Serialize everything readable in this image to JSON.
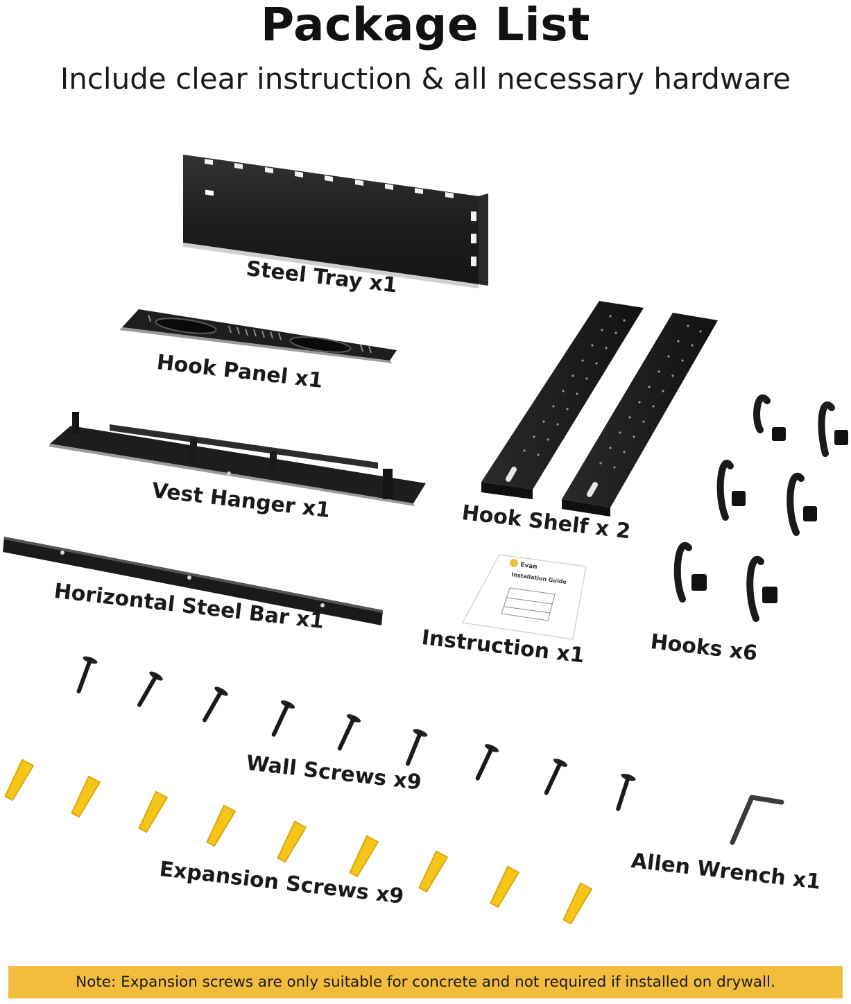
{
  "header": {
    "title": "Package List",
    "subtitle": "Include clear instruction & all necessary hardware"
  },
  "items": {
    "steel_tray": "Steel Tray x1",
    "hook_panel": "Hook Panel x1",
    "vest_hanger": "Vest Hanger x1",
    "hook_shelf": "Hook Shelf x 2",
    "horizontal_bar": "Horizontal Steel Bar x1",
    "instruction": "Instruction x1",
    "hooks": "Hooks x6",
    "wall_screws": "Wall Screws x9",
    "expansion_screws": "Expansion Screws x9",
    "allen_wrench": "Allen Wrench x1"
  },
  "guide": {
    "brand": "Evan",
    "title": "Installation Guide"
  },
  "note": "Note: Expansion screws are only suitable for concrete and not required if installed on drywall.",
  "colors": {
    "note_bar": "#f2bd3c",
    "metal": "#1c1c1c",
    "anchor": "#f5c518"
  }
}
